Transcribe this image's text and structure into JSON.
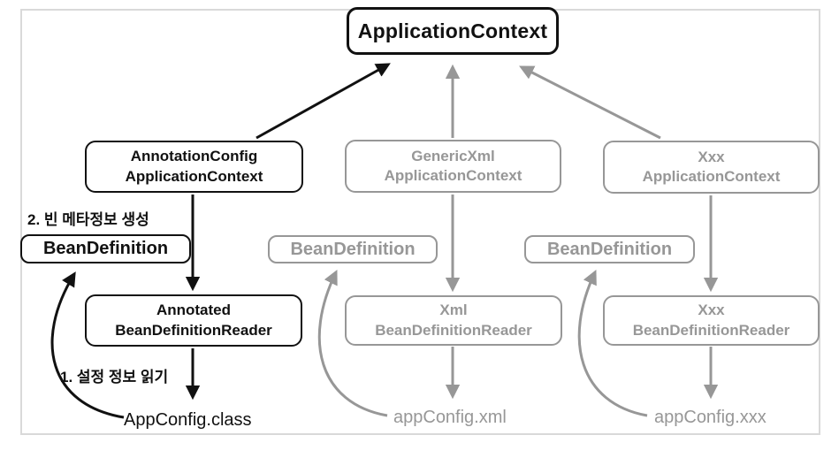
{
  "diagram": {
    "root_box": {
      "label": "ApplicationContext"
    },
    "columns": {
      "annotation": {
        "context_line1": "AnnotationConfig",
        "context_line2": "ApplicationContext",
        "step2_label": "2. 빈 메타정보 생성",
        "bean_definition": "BeanDefinition",
        "reader_line1": "Annotated",
        "reader_line2": "BeanDefinitionReader",
        "step1_label": "1. 설정 정보 읽기",
        "config_file": "AppConfig.class"
      },
      "xml": {
        "context_line1": "GenericXml",
        "context_line2": "ApplicationContext",
        "bean_definition": "BeanDefinition",
        "reader_line1": "Xml",
        "reader_line2": "BeanDefinitionReader",
        "config_file": "appConfig.xml"
      },
      "xxx": {
        "context_line1": "Xxx",
        "context_line2": "ApplicationContext",
        "bean_definition": "BeanDefinition",
        "reader_line1": "Xxx",
        "reader_line2": "BeanDefinitionReader",
        "config_file": "appConfig.xxx"
      }
    },
    "colors": {
      "active": "#111111",
      "inactive": "#979797",
      "frame": "#d9d9d9",
      "background": "#ffffff"
    }
  }
}
